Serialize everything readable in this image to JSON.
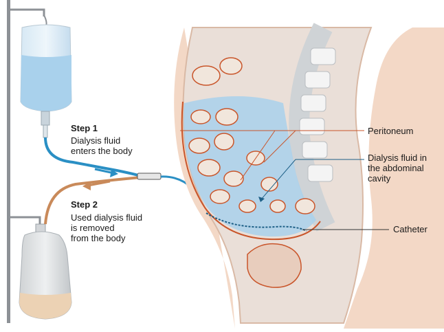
{
  "steps": [
    {
      "title": "Step 1",
      "text": "Dialysis fluid\nenters the body"
    },
    {
      "title": "Step 2",
      "text": "Used dialysis fluid\nis removed\nfrom the body"
    }
  ],
  "labels": {
    "peritoneum": "Peritoneum",
    "fluid": "Dialysis fluid in\nthe abdominal\ncavity",
    "catheter": "Catheter"
  },
  "colors": {
    "fresh_fluid": "#a9d1ec",
    "used_fluid": "#ecd2b4",
    "tube_in": "#2a8fc4",
    "tube_out": "#c98a5a",
    "peritoneum": "#c9552a",
    "skin": "#f3d8c6"
  }
}
